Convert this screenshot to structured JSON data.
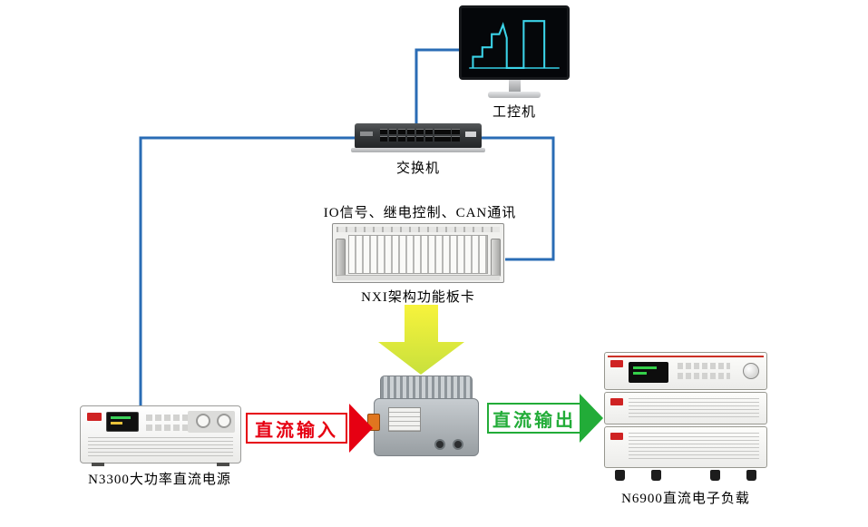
{
  "diagram": {
    "nodes": {
      "industrial_pc": {
        "label": "工控机"
      },
      "network_switch": {
        "label": "交换机"
      },
      "nxi_chassis": {
        "label": "NXI架构功能板卡",
        "caption": "IO信号、继电控制、CAN通讯"
      },
      "power_supply": {
        "label": "N3300大功率直流电源"
      },
      "electronic_load": {
        "label": "N6900直流电子负载"
      }
    },
    "arrows": {
      "dc_input": {
        "label": "直流输入",
        "color": "#e60012",
        "direction": "right"
      },
      "dc_output": {
        "label": "直流输出",
        "color": "#22ac38",
        "direction": "right"
      },
      "control": {
        "color": "#f1ed3a",
        "direction": "down"
      }
    },
    "connections": {
      "color": "#2a6cb5"
    }
  }
}
